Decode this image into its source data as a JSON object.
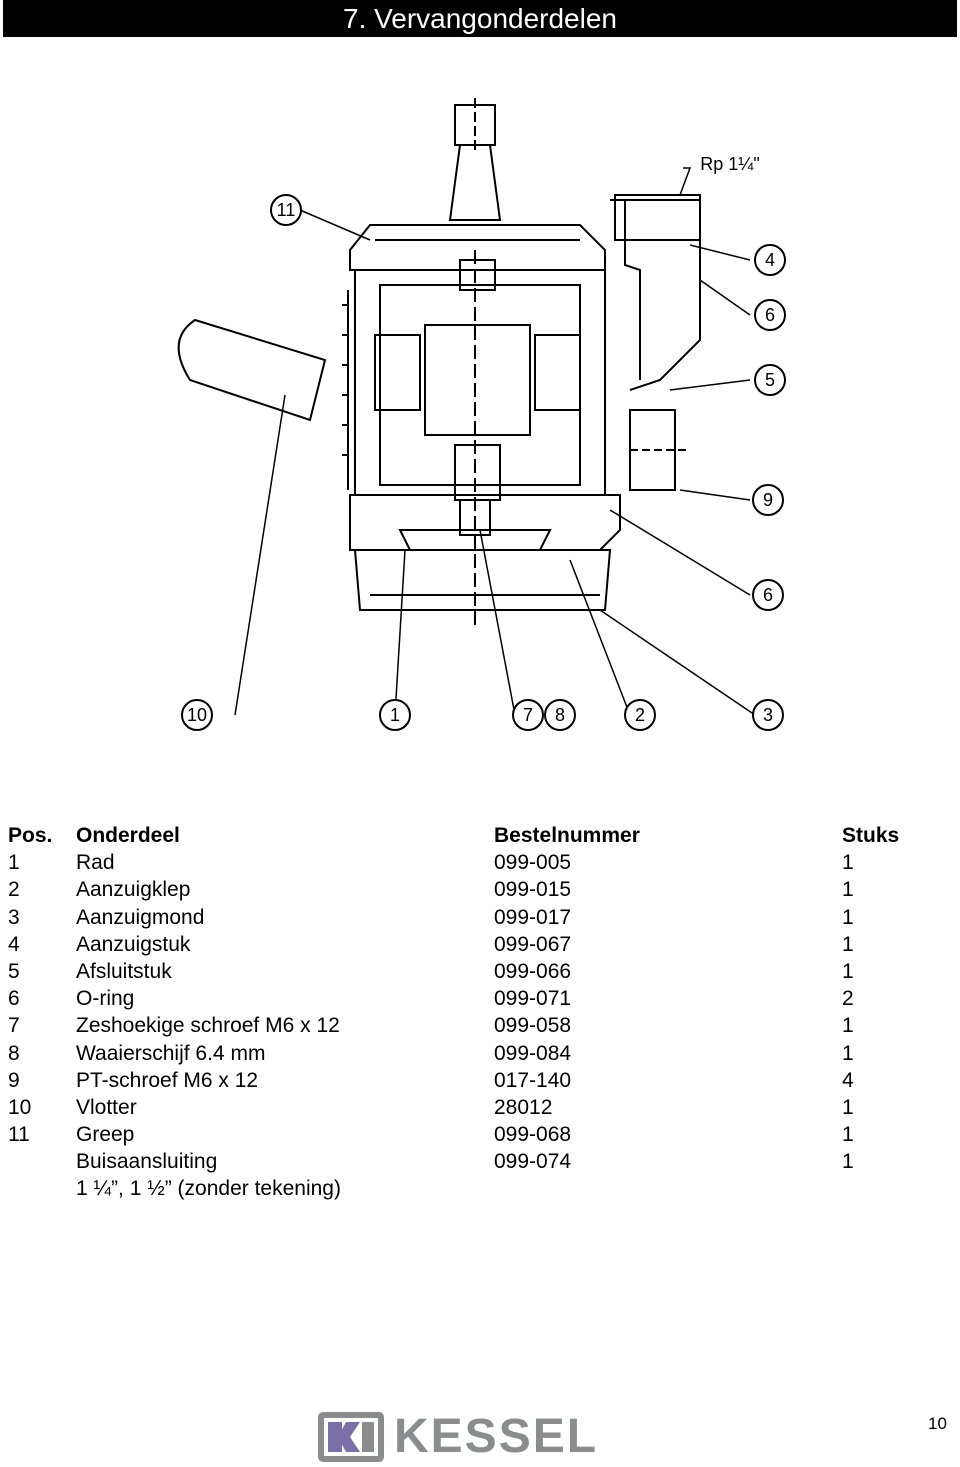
{
  "header": {
    "title": "7. Vervangonderdelen"
  },
  "drawing": {
    "thread_label": "Rp 1¼\"",
    "callouts": [
      "11",
      "4",
      "6",
      "5",
      "9",
      "6",
      "10",
      "1",
      "7",
      "8",
      "2",
      "3"
    ]
  },
  "parts_table": {
    "headers": {
      "pos": "Pos.",
      "part": "Onderdeel",
      "order_no": "Bestelnummer",
      "qty": "Stuks"
    },
    "rows": [
      {
        "pos": "1",
        "part": "Rad",
        "order_no": "099-005",
        "qty": "1"
      },
      {
        "pos": "2",
        "part": "Aanzuigklep",
        "order_no": "099-015",
        "qty": "1"
      },
      {
        "pos": "3",
        "part": "Aanzuigmond",
        "order_no": "099-017",
        "qty": "1"
      },
      {
        "pos": "4",
        "part": "Aanzuigstuk",
        "order_no": "099-067",
        "qty": "1"
      },
      {
        "pos": "5",
        "part": "Afsluitstuk",
        "order_no": "099-066",
        "qty": "1"
      },
      {
        "pos": "6",
        "part": "O-ring",
        "order_no": "099-071",
        "qty": "2"
      },
      {
        "pos": "7",
        "part": "Zeshoekige schroef M6 x 12",
        "order_no": "099-058",
        "qty": "1"
      },
      {
        "pos": "8",
        "part": "Waaierschijf 6.4 mm",
        "order_no": "099-084",
        "qty": "1"
      },
      {
        "pos": "9",
        "part": "PT-schroef M6 x 12",
        "order_no": "017-140",
        "qty": "4"
      },
      {
        "pos": "10",
        "part": "Vlotter",
        "order_no": "28012",
        "qty": "1"
      },
      {
        "pos": "11",
        "part": "Greep",
        "order_no": "099-068",
        "qty": "1"
      },
      {
        "pos": "",
        "part": "Buisaansluiting",
        "order_no": "099-074",
        "qty": "1"
      },
      {
        "pos": "",
        "part": "1 ¼”, 1 ½” (zonder tekening)",
        "order_no": "",
        "qty": ""
      }
    ]
  },
  "footer": {
    "logo_text": "KESSEL",
    "page_number": "10",
    "logo_color": "#8a8c8e",
    "logo_accent": "#7b6fa8"
  }
}
